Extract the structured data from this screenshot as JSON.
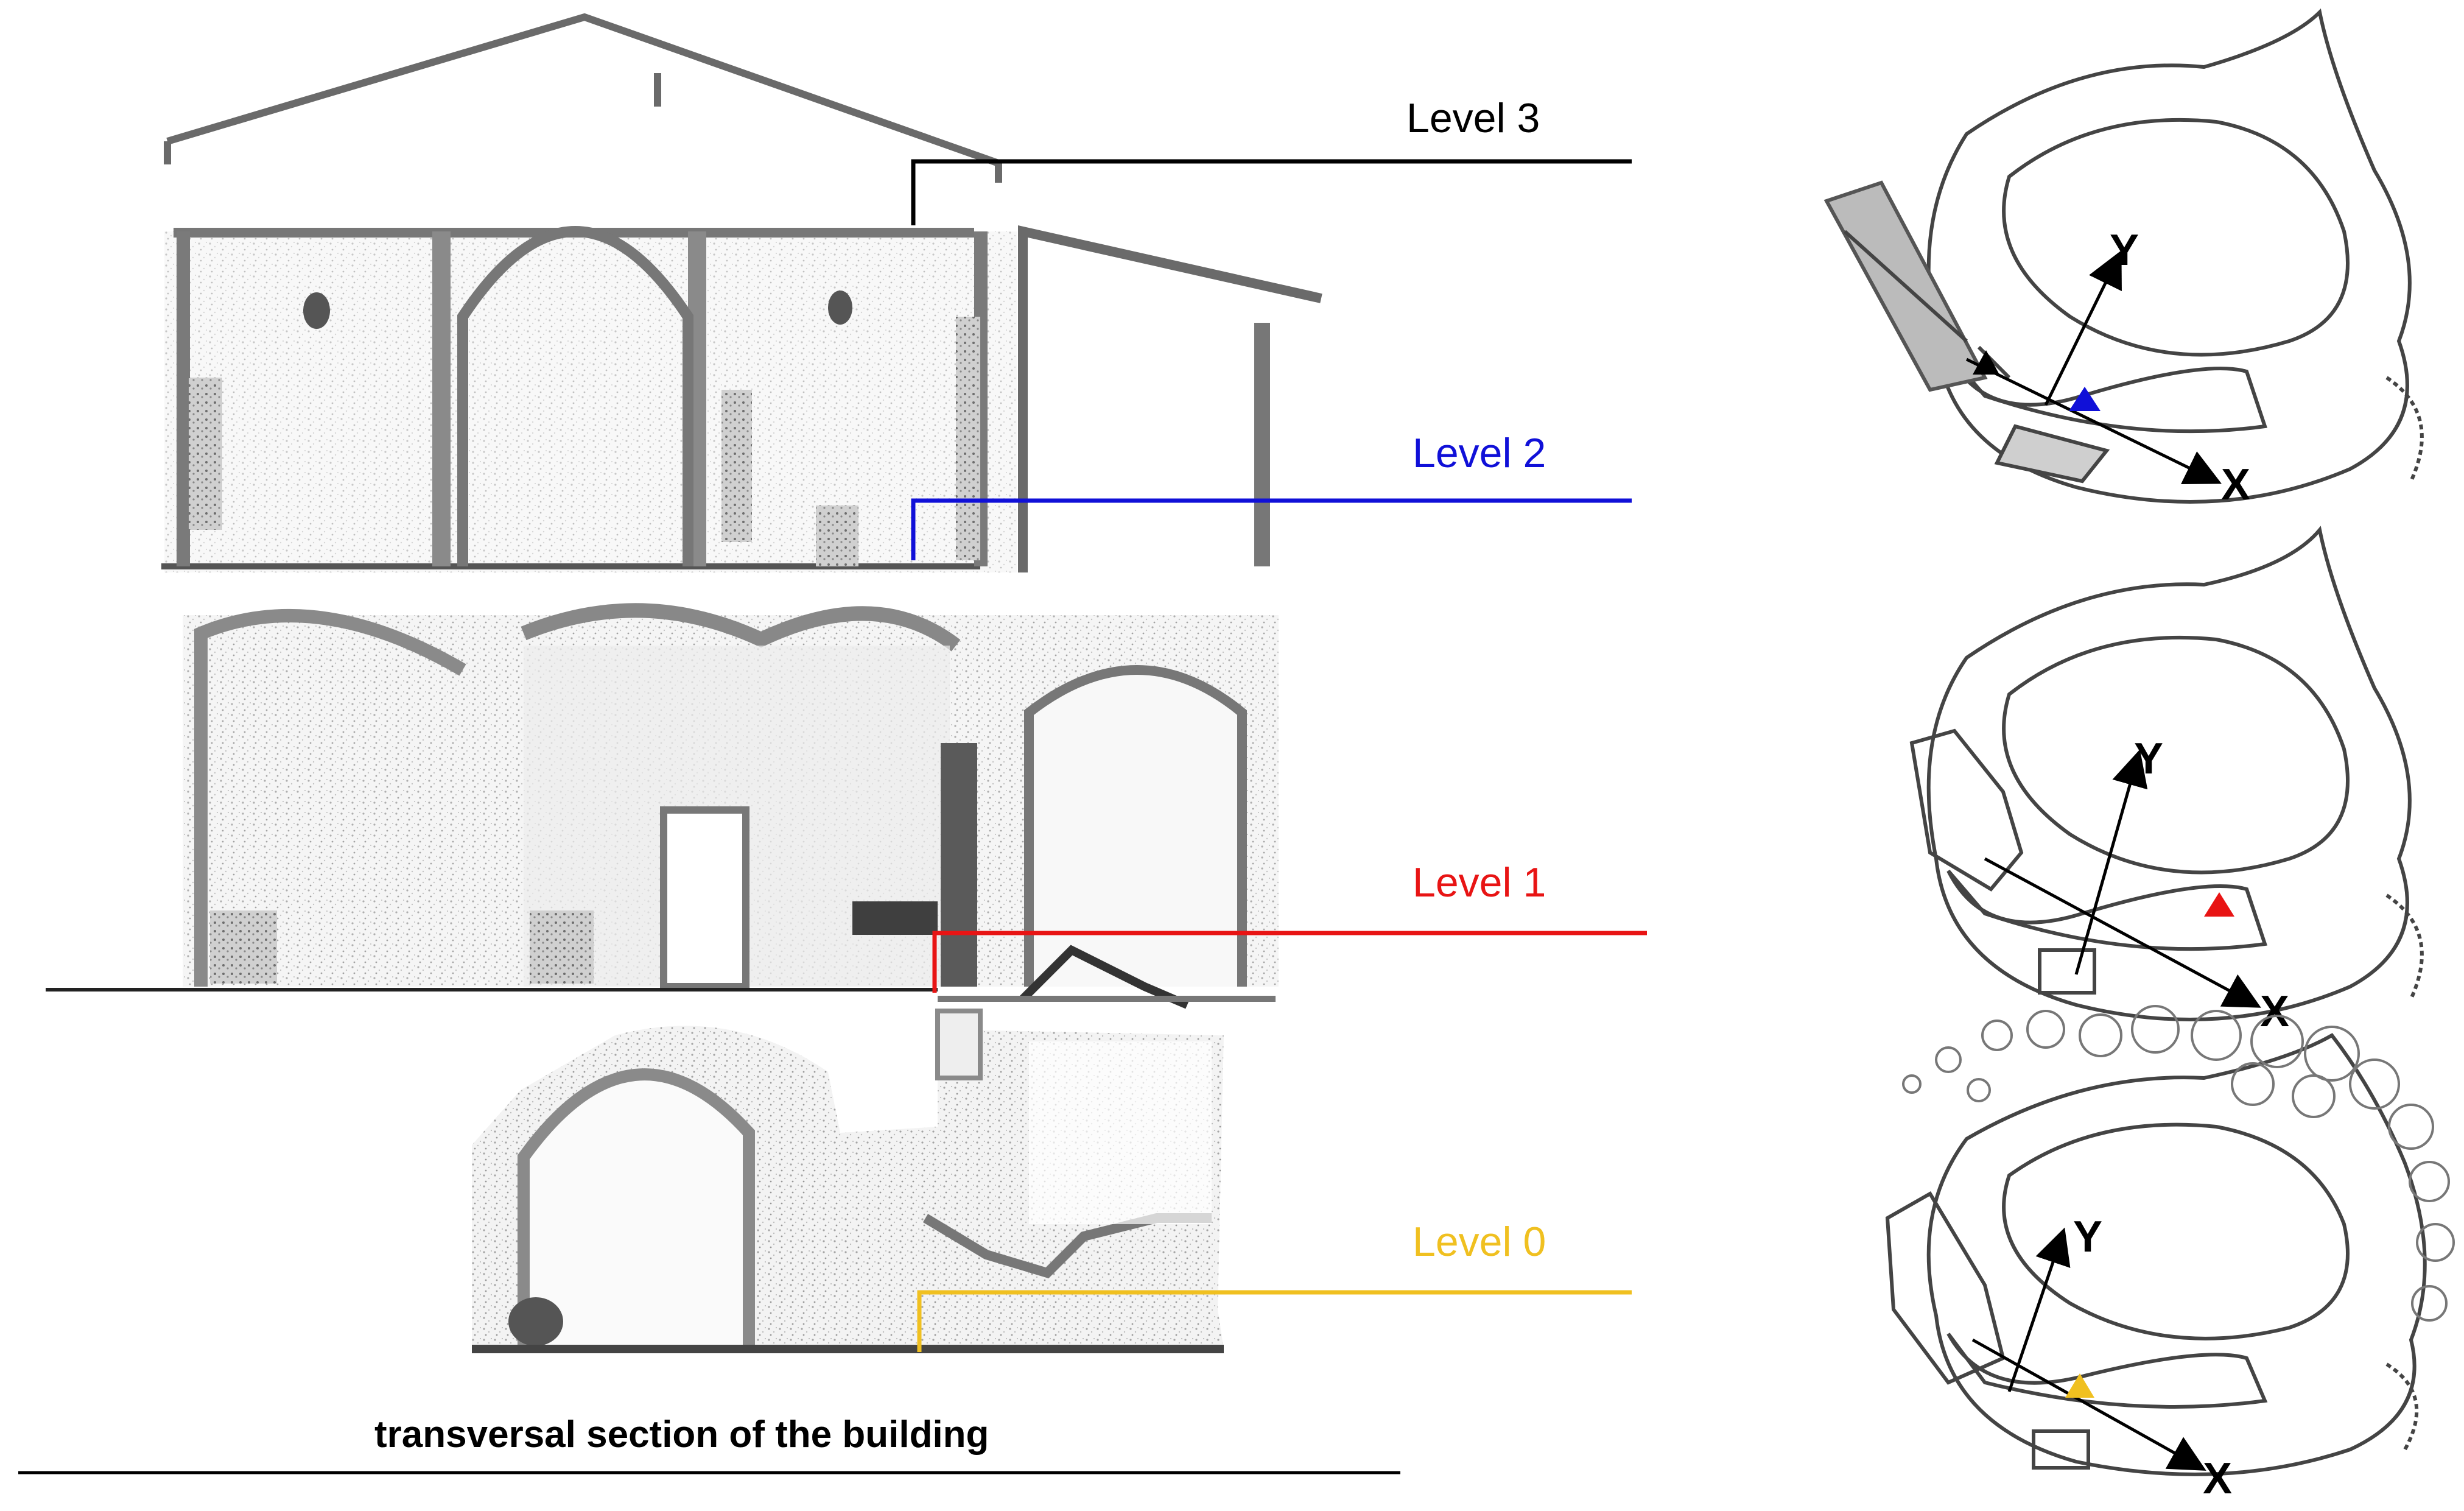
{
  "levels": [
    {
      "label": "Level 3",
      "color": "#000000"
    },
    {
      "label": "Level 2",
      "color": "#1010d8"
    },
    {
      "label": "Level 1",
      "color": "#e81414"
    },
    {
      "label": "Level 0",
      "color": "#f0c020"
    }
  ],
  "caption": "transversal section of the building",
  "plans": [
    {
      "marker_colors": [
        "#000000",
        "#1010d8"
      ],
      "axis_x": "X",
      "axis_y": "Y"
    },
    {
      "marker_colors": [
        "#e81414"
      ],
      "axis_x": "X",
      "axis_y": "Y"
    },
    {
      "marker_colors": [
        "#f0c020"
      ],
      "axis_x": "X",
      "axis_y": "Y"
    }
  ],
  "colors": {
    "section_fill": "#e6e6e6",
    "section_stroke": "#555555",
    "plan_stroke": "#444444"
  }
}
